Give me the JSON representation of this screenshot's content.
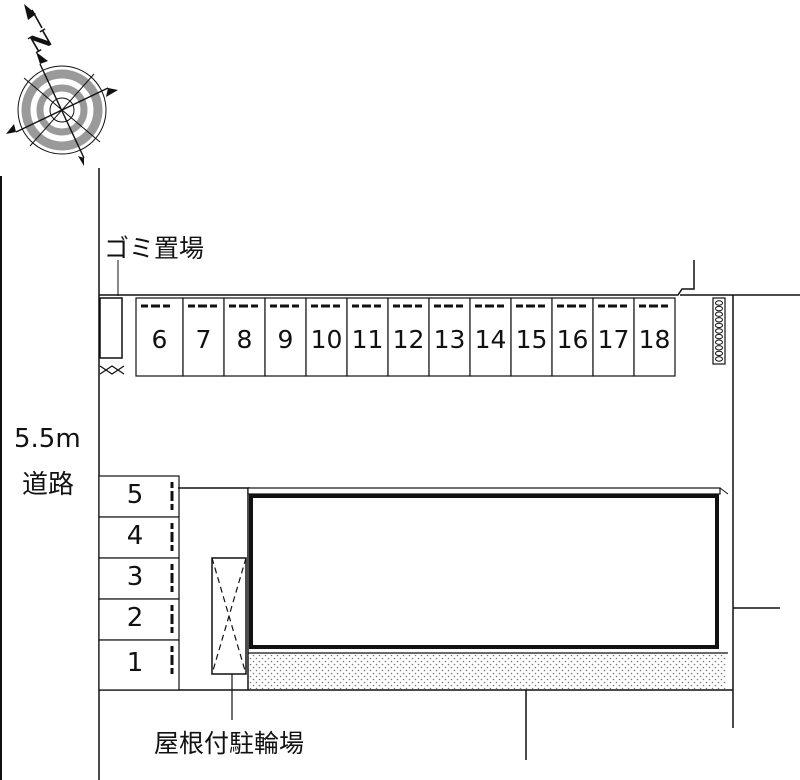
{
  "compass": {
    "label": "N",
    "icon": "compass-rose-icon"
  },
  "labels": {
    "garbage": "ゴミ置場",
    "road_width": "5.5m",
    "road": "道路",
    "bicycle_parking": "屋根付駐輪場"
  },
  "parking_top": [
    "6",
    "7",
    "8",
    "9",
    "10",
    "11",
    "12",
    "13",
    "14",
    "15",
    "16",
    "17",
    "18"
  ],
  "parking_left": [
    "5",
    "4",
    "3",
    "2",
    "1"
  ],
  "colors": {
    "line": "#111111",
    "hatch": "#888888",
    "compass_gray": "#9a9a9a"
  }
}
